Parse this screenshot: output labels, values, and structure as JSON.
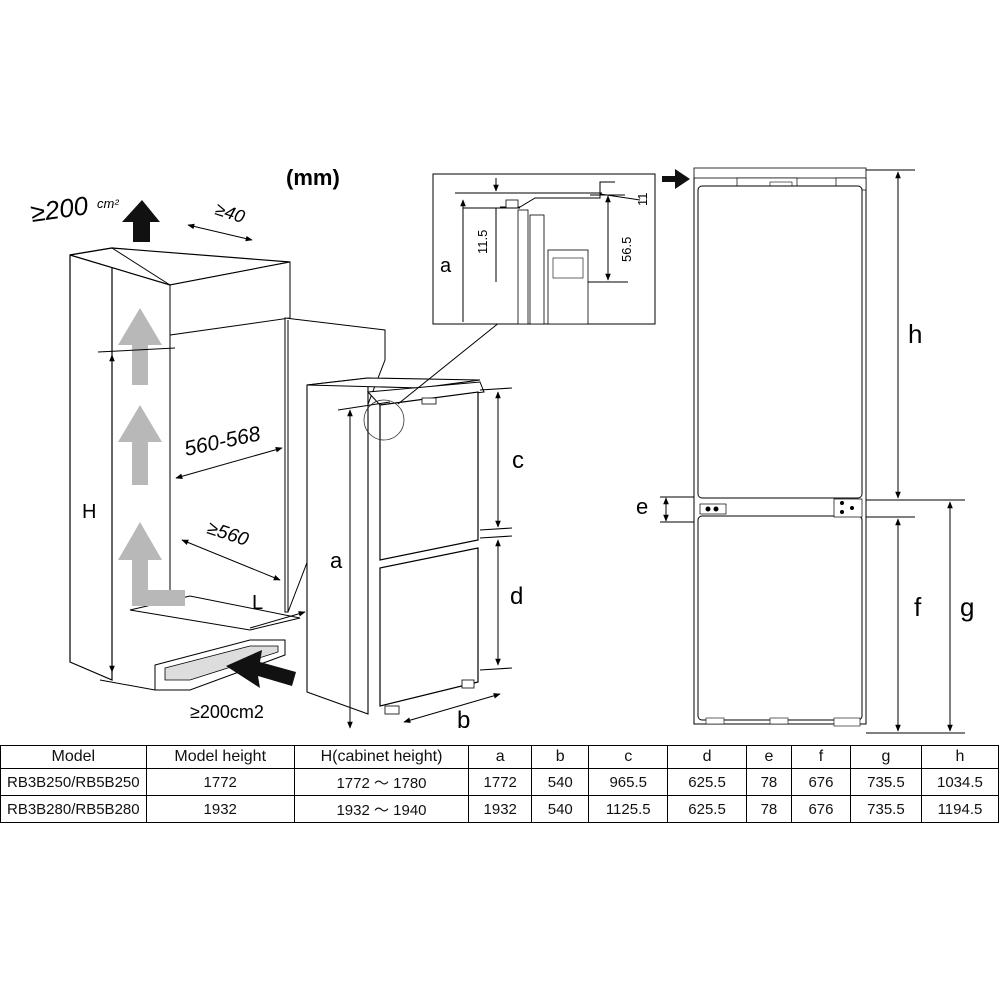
{
  "unit": "(mm)",
  "vent_top": "≥200",
  "vent_top_unit": "cm²",
  "vent_bottom": "≥200cm2",
  "gap_top": "≥40",
  "width_range": "560-568",
  "depth_min": "≥560",
  "labels": {
    "H": "H",
    "L": "L",
    "a": "a",
    "b": "b",
    "c": "c",
    "d": "d",
    "e": "e",
    "f": "f",
    "g": "g",
    "h": "h",
    "detail_a": "a"
  },
  "detail": {
    "dim1": "11.5",
    "dim2": "56.5",
    "dim3": "11"
  },
  "table": {
    "headers": [
      "Model",
      "Model height",
      "H(cabinet height)",
      "a",
      "b",
      "c",
      "d",
      "e",
      "f",
      "g",
      "h"
    ],
    "rows": [
      [
        "RB3B250/RB5B250",
        "1772",
        "1772 ～ 1780",
        "1772",
        "540",
        "965.5",
        "625.5",
        "78",
        "676",
        "735.5",
        "1034.5"
      ],
      [
        "RB3B280/RB5B280",
        "1932",
        "1932 ～ 1940",
        "1932",
        "540",
        "1125.5",
        "625.5",
        "78",
        "676",
        "735.5",
        "1194.5"
      ]
    ]
  }
}
